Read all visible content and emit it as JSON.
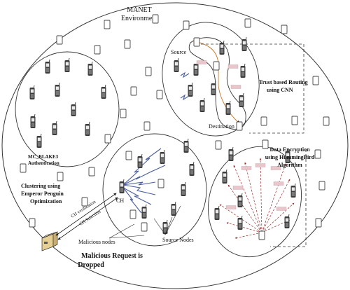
{
  "environment": {
    "title_line1": "MANET",
    "title_line2": "Environment"
  },
  "labels": {
    "auth_line1": "MC_BLAKE3",
    "auth_line2": "Authentication",
    "clustering_line1": "Clustering using",
    "clustering_line2": "Emperor Penguin",
    "clustering_line3": "Optimization",
    "ch": "CH",
    "ch_verification": "CH verification",
    "ch_selection": "CH Selection",
    "malicious_nodes": "Malicious nodes",
    "source_nodes": "Source Nodes",
    "malicious_request_line1": "Malicious Request is",
    "malicious_request_line2": "Dropped",
    "source": "Source",
    "destination": "Destination",
    "trust_line1": "Trust based Routing",
    "trust_line2": "using CNN",
    "encryption_line1": "Data Encryption",
    "encryption_line2": "using HummingBird",
    "encryption_line3": "Algorithm"
  },
  "colors": {
    "outline": "#333333",
    "node_fill": "#ffffff",
    "phone_body": "#444444",
    "link_blue": "#4a5e9c",
    "route_orange": "#c8782a",
    "red_dash": "#9b2d2d",
    "packet_pink": "#e8c6cc"
  },
  "icons": [
    "mobile-phone-icon",
    "server-icon",
    "data-packet-icon"
  ]
}
